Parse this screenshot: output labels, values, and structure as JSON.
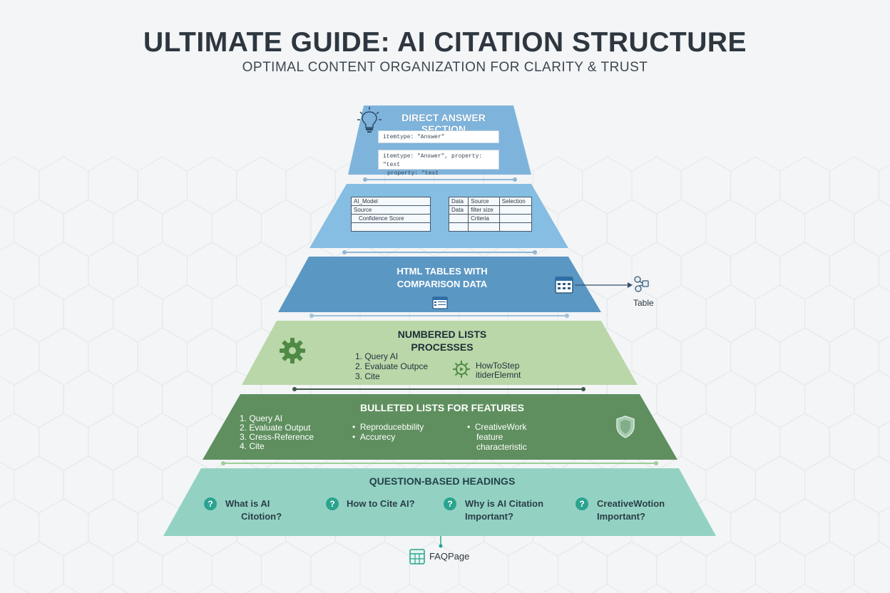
{
  "title": "ULTIMATE GUIDE: AI CITATION STRUCTURE",
  "subtitle": "OPTIMAL CONTENT ORGANIZATION FOR CLARITY & TRUST",
  "tier1": {
    "label": "DIRECT ANSWER SECTION",
    "icon": "lightbulb-icon",
    "code1": "itemtype: \"Answer\"",
    "code2_line1": "itemtype: \"Answer\", property: \"text",
    "code2_line2": "property: \"text"
  },
  "tier2": {
    "table_left": [
      [
        "AI_Model"
      ],
      [
        "Source"
      ],
      [
        "Confidence Score"
      ],
      [
        ""
      ]
    ],
    "table_right": [
      [
        "Data",
        "Source",
        "Selection"
      ],
      [
        "Data",
        "filter size",
        ""
      ],
      [
        "",
        "Criteria",
        ""
      ],
      [
        "",
        "",
        ""
      ]
    ]
  },
  "tier3": {
    "label_line1": "HTML TABLES WITH",
    "label_line2": "COMPARISON DATA",
    "callout": "Table"
  },
  "tier4": {
    "label_line1": "NUMBERED LISTS",
    "label_line2": "PROCESSES",
    "steps": [
      "1.  Query AI",
      "2.  Evaluate Outpce",
      "3.  Cite"
    ],
    "schema_line1": "HowToStep",
    "schema_line2": "itiderElemnt"
  },
  "tier5": {
    "label": "BULLETED LISTS FOR FEATURES",
    "steps": [
      "1.  Query AI",
      "2.  Evaluate Output",
      "3.  Cress-Reference",
      "4.  Cite"
    ],
    "bullets": [
      "Reproducebbility",
      "Accurecy"
    ],
    "schema_bullet": "CreativeWork",
    "schema_line2": "feature",
    "schema_line3": "characteristic"
  },
  "tier6": {
    "label": "QUESTION-BASED HEADINGS",
    "questions": [
      {
        "line1": "What is AI",
        "line2": "Citotion?"
      },
      {
        "line1": "How to Cite AI?",
        "line2": ""
      },
      {
        "line1": "Why is AI Citation",
        "line2": "Important?"
      },
      {
        "line1": "CreativeWotion",
        "line2": "Important?"
      }
    ],
    "footer": "FAQPage"
  },
  "colors": {
    "tier1": "#7eb4dc",
    "tier2": "#86bde2",
    "tier3": "#5b97c3",
    "tier4": "#b9d7a8",
    "tier5": "#5f8f5f",
    "tier6": "#93d2c3",
    "accent_teal": "#2aa38f"
  }
}
